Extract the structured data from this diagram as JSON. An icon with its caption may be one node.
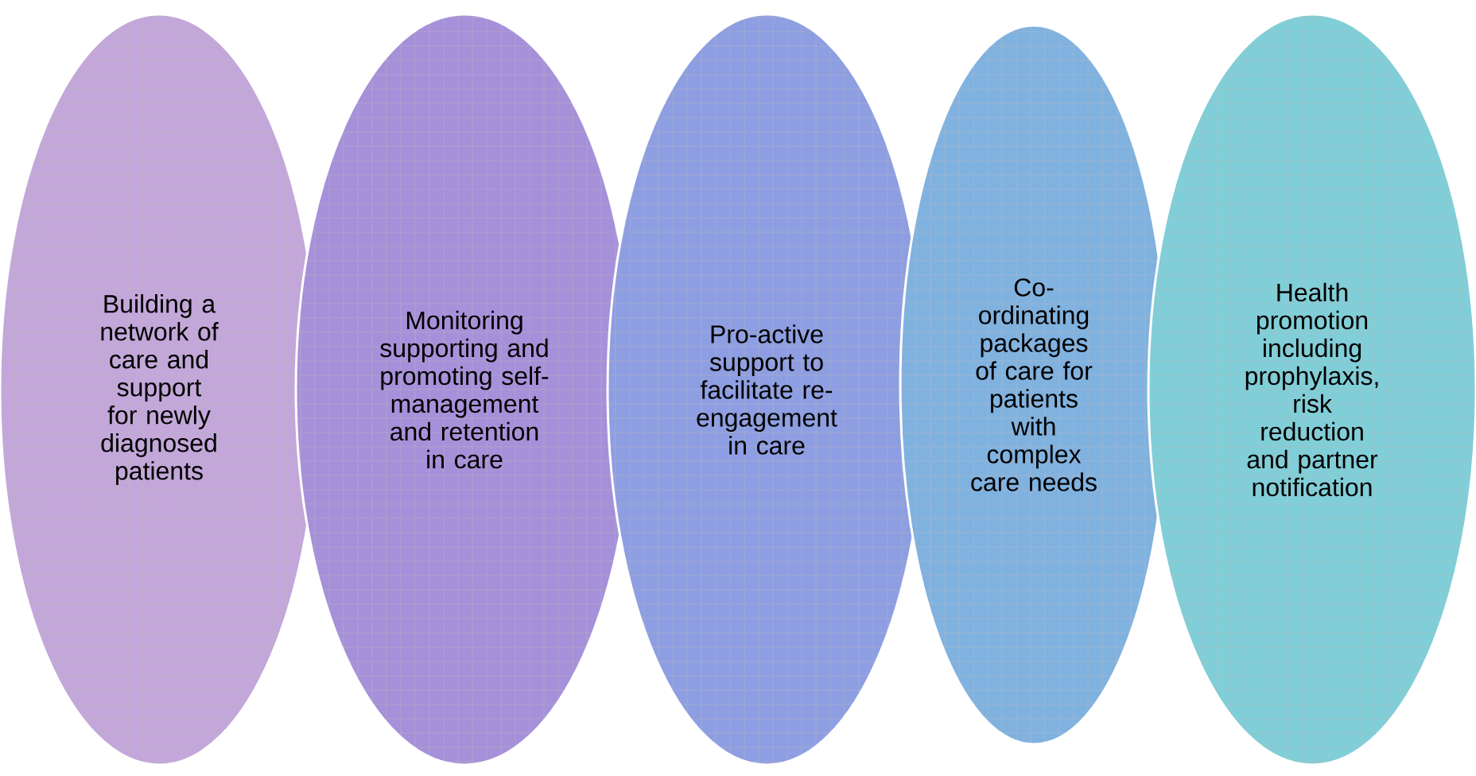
{
  "diagram": {
    "nodes": [
      {
        "text": [
          "Building a network of care and support for newly diagnosed patients"
        ]
      },
      {
        "text": [
          "Monitoring supporting and promoting self-management and retention in care"
        ]
      },
      {
        "text": [
          "Pro-active support to facilitate re-engagement in care"
        ]
      },
      {
        "text": [
          "Co-ordinating packages of care for patients with complex care needs"
        ]
      },
      {
        "text": [
          "Health promotion including prophylaxis, risk reduction and partner notification"
        ]
      }
    ]
  }
}
